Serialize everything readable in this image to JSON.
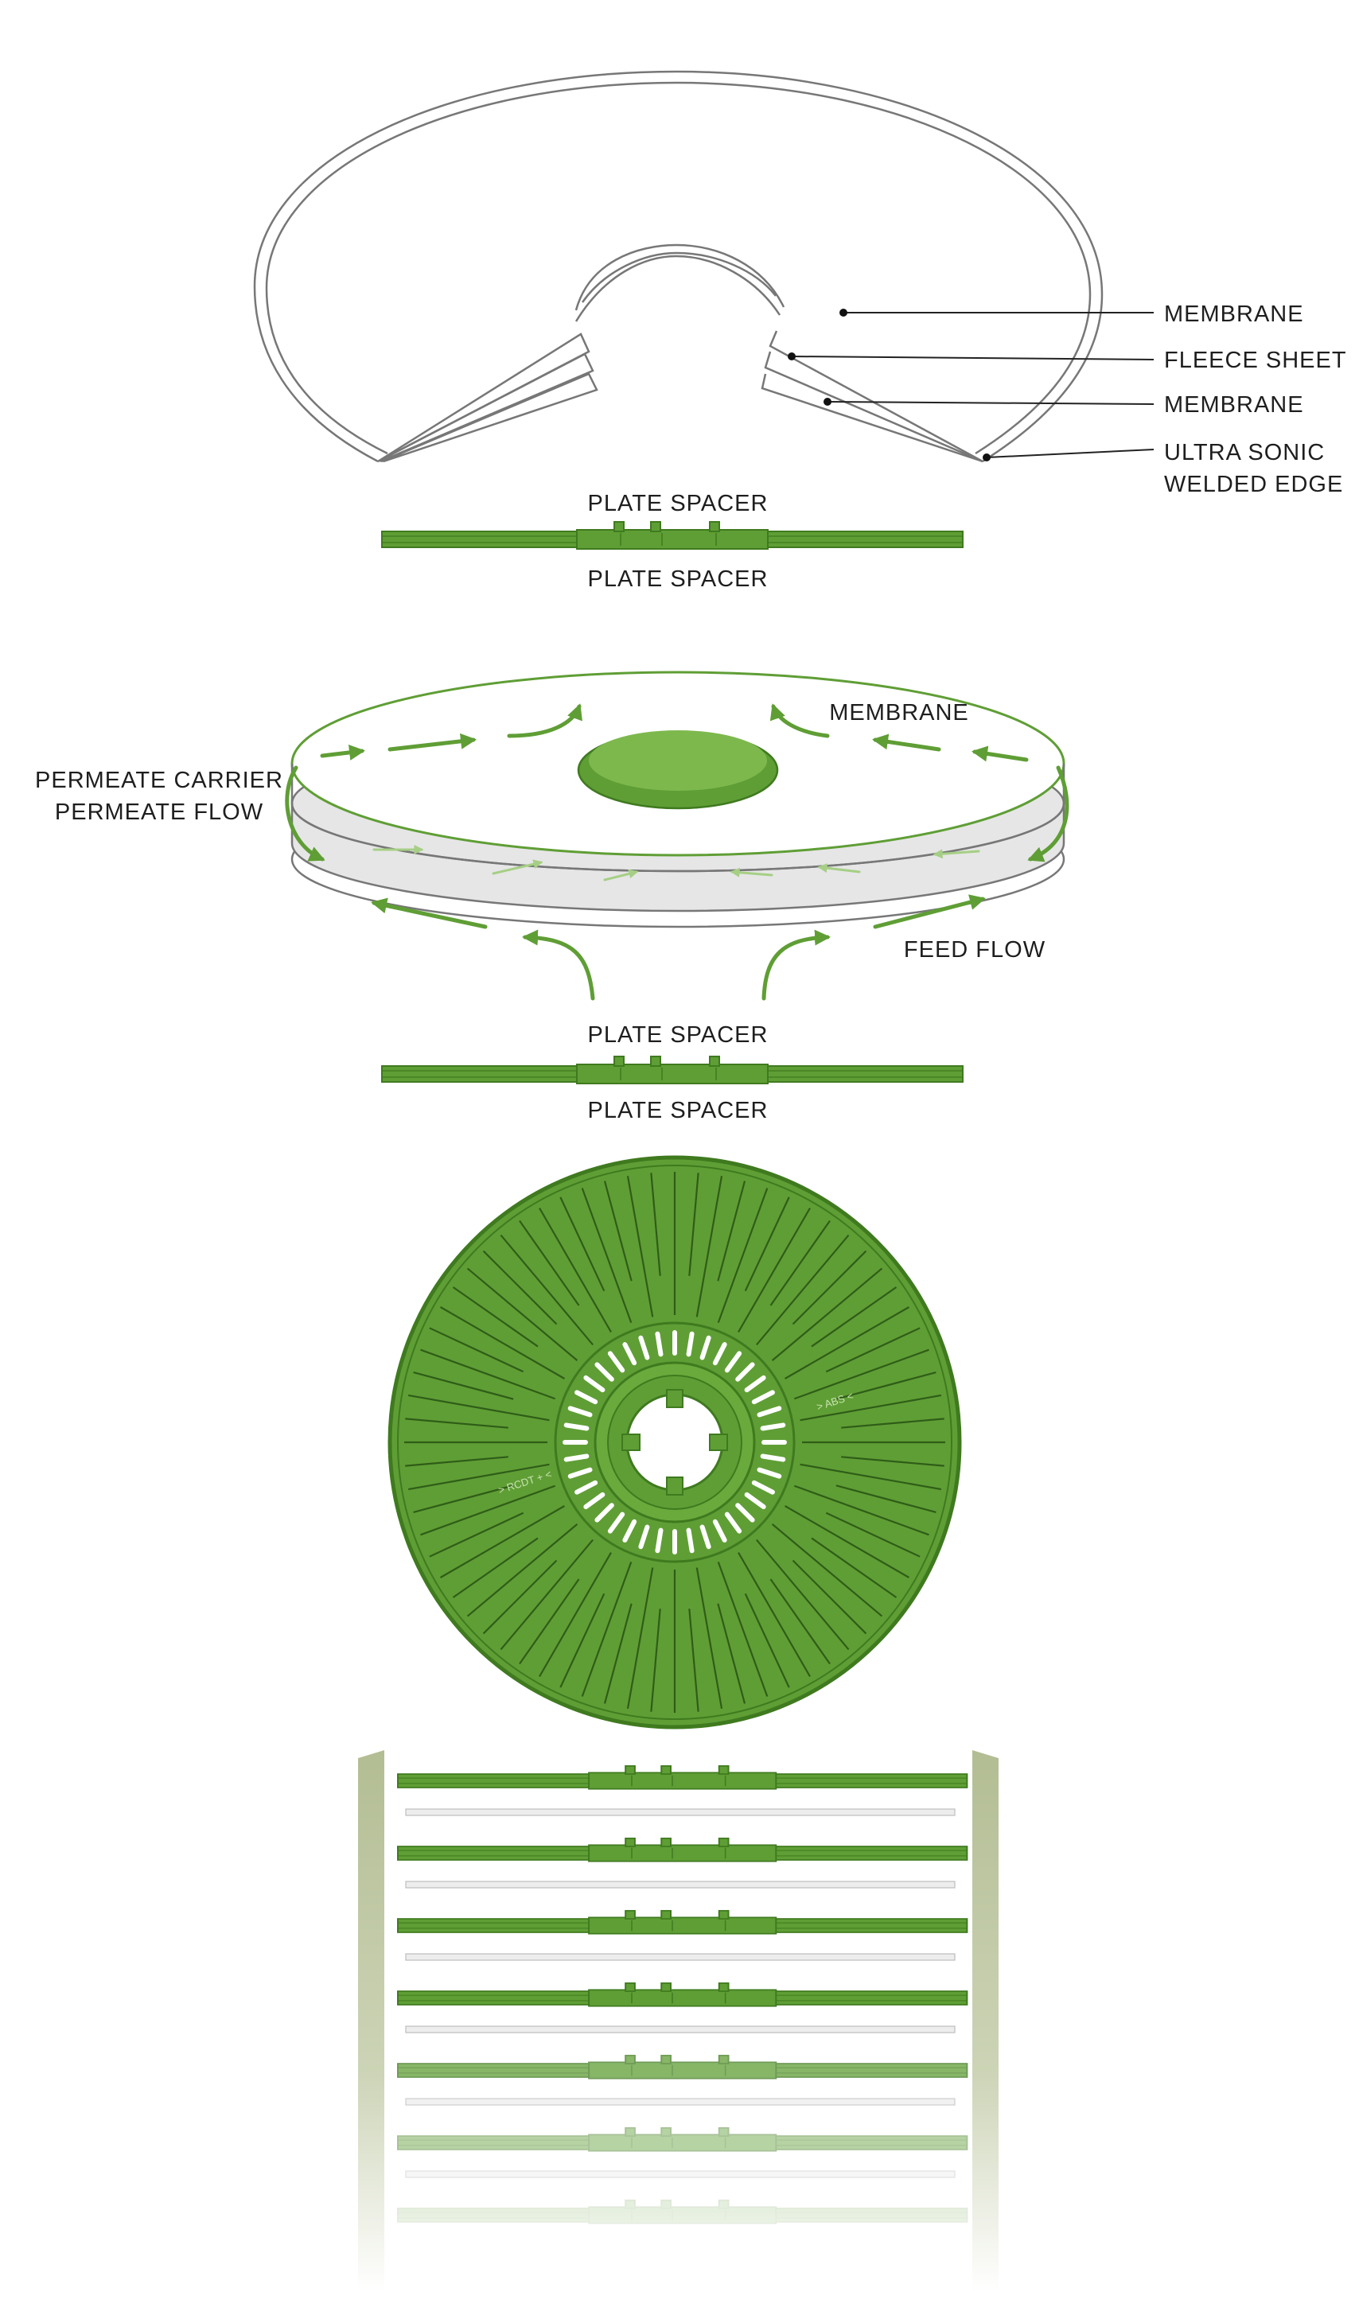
{
  "labels": {
    "membrane_top": "MEMBRANE",
    "fleece_sheet": "FLEECE SHEET",
    "membrane_bottom": "MEMBRANE",
    "ultra_sonic_line1": "ULTRA SONIC",
    "ultra_sonic_line2": "WELDED EDGE",
    "plate_spacer_1a": "PLATE SPACER",
    "plate_spacer_1b": "PLATE SPACER",
    "membrane_flow": "MEMBRANE",
    "permeate_carrier": "PERMEATE CARRIER",
    "permeate_flow": "PERMEATE FLOW",
    "feed_flow": "FEED FLOW",
    "plate_spacer_2a": "PLATE SPACER",
    "plate_spacer_2b": "PLATE SPACER",
    "disc_text_right": "> ABS <",
    "disc_text_left": "> RCDT + <"
  },
  "colors": {
    "green": "#5f9e35",
    "green_dark": "#3f7a1f",
    "green_light": "#a6cf85",
    "outline": "#7a7a7a",
    "stack_post": "#b7c19b"
  }
}
